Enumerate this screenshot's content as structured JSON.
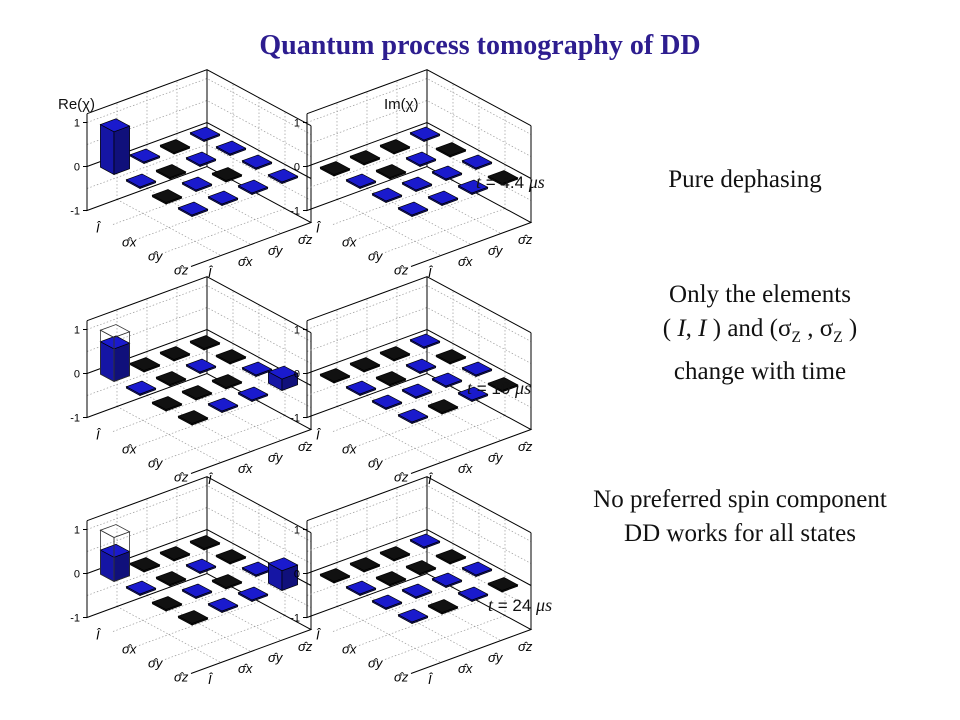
{
  "title": "Quantum process tomography of DD",
  "column_headers": {
    "real": "Re(χ)",
    "imag": "Im(χ)"
  },
  "notes": {
    "pure_dephasing": "Pure dephasing",
    "only_line1": "Only the elements",
    "only_line2": "( I, I ) and (σZ , σZ )",
    "only_line3": "change with time",
    "no_pref_line1": "No preferred spin component",
    "no_pref_line2": "DD works for all states"
  },
  "time_labels": [
    {
      "value": "4.4",
      "unit": "μs"
    },
    {
      "value": "10",
      "unit": "μs"
    },
    {
      "value": "24",
      "unit": "μs"
    }
  ],
  "chart_data": {
    "type": "bar3d",
    "operators": [
      "Î",
      "σ̂x",
      "σ̂y",
      "σ̂z"
    ],
    "zlim": [
      -1,
      1
    ],
    "zticks": [
      "1",
      "0",
      "-1"
    ],
    "grid": true,
    "colors": {
      "positive": "#1a1acd",
      "negative": "#111111",
      "ideal_outline": "#333333"
    },
    "ideal": [
      [
        1,
        0,
        0,
        0
      ],
      [
        0,
        0,
        0,
        0
      ],
      [
        0,
        0,
        0,
        0
      ],
      [
        0,
        0,
        0,
        0
      ]
    ],
    "plots": [
      {
        "time": "4.4 μs",
        "part": "Re",
        "matrix": [
          [
            0.97,
            0.02,
            -0.02,
            0.03
          ],
          [
            0.02,
            -0.02,
            0.02,
            0.02
          ],
          [
            -0.03,
            0.02,
            -0.02,
            0.02
          ],
          [
            0.02,
            0.02,
            0.02,
            0.03
          ]
        ]
      },
      {
        "time": "4.4 μs",
        "part": "Im",
        "matrix": [
          [
            -0.02,
            -0.02,
            -0.02,
            0.02
          ],
          [
            0.02,
            -0.02,
            0.02,
            -0.02
          ],
          [
            0.02,
            0.02,
            0.02,
            0.02
          ],
          [
            0.02,
            0.02,
            0.02,
            -0.02
          ]
        ]
      },
      {
        "time": "10 μs",
        "part": "Re",
        "matrix": [
          [
            0.74,
            -0.02,
            -0.02,
            -0.02
          ],
          [
            0.02,
            -0.02,
            0.02,
            -0.02
          ],
          [
            -0.02,
            -0.02,
            -0.02,
            0.02
          ],
          [
            -0.02,
            0.02,
            0.02,
            0.26
          ]
        ]
      },
      {
        "time": "10 μs",
        "part": "Im",
        "matrix": [
          [
            -0.02,
            -0.02,
            -0.02,
            0.02
          ],
          [
            0.02,
            -0.02,
            0.02,
            -0.02
          ],
          [
            0.02,
            0.02,
            0.02,
            0.02
          ],
          [
            0.02,
            -0.02,
            0.02,
            -0.02
          ]
        ]
      },
      {
        "time": "24 μs",
        "part": "Re",
        "matrix": [
          [
            0.55,
            -0.02,
            -0.02,
            -0.02
          ],
          [
            0.02,
            -0.02,
            0.02,
            -0.02
          ],
          [
            -0.02,
            0.02,
            -0.02,
            0.02
          ],
          [
            -0.02,
            0.02,
            0.02,
            0.45
          ]
        ]
      },
      {
        "time": "24 μs",
        "part": "Im",
        "matrix": [
          [
            -0.02,
            -0.02,
            -0.02,
            0.02
          ],
          [
            0.02,
            -0.02,
            -0.02,
            -0.02
          ],
          [
            0.02,
            0.02,
            0.02,
            0.02
          ],
          [
            0.02,
            -0.02,
            0.02,
            -0.02
          ]
        ]
      }
    ]
  }
}
